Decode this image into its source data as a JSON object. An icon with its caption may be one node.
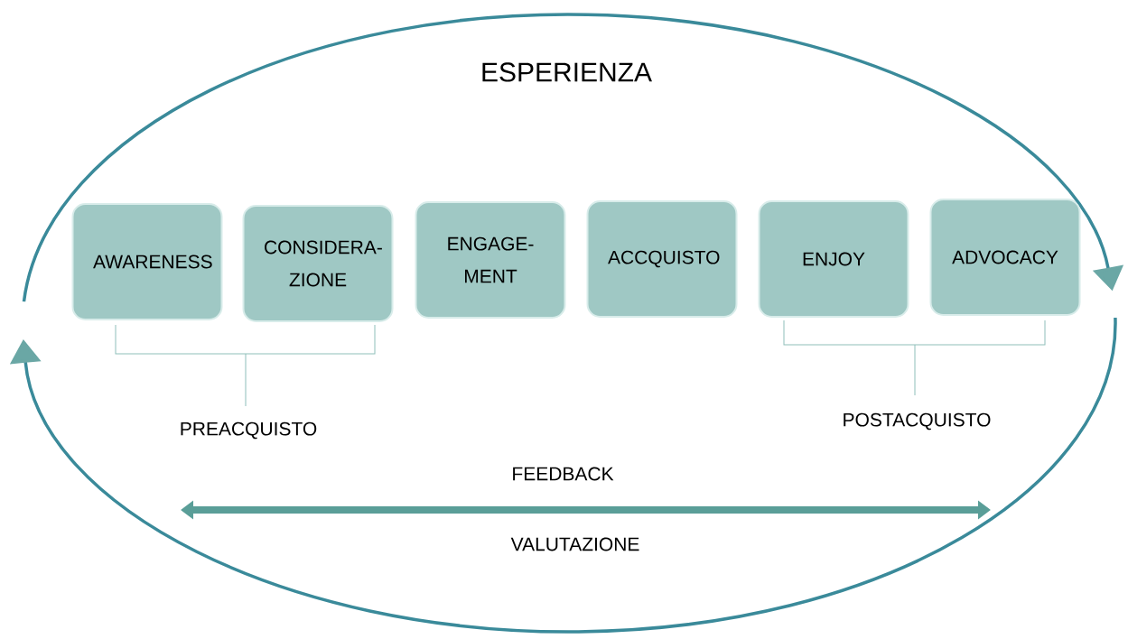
{
  "diagram": {
    "title": "ESPERIENZA",
    "nodes": [
      {
        "text": [
          "AWARENESS"
        ]
      },
      {
        "text": [
          "CONSIDERA-ZIONE"
        ]
      },
      {
        "text": [
          "ENGAGE-MENT"
        ]
      },
      {
        "text": [
          "ACCQUISTO"
        ]
      },
      {
        "text": [
          "ENJOY"
        ]
      },
      {
        "text": [
          "ADVOCACY"
        ]
      }
    ],
    "labels": [
      "PREACQUISTO",
      "POSTACQUISTO",
      "FEEDBACK",
      "VALUTAZIONE"
    ]
  }
}
